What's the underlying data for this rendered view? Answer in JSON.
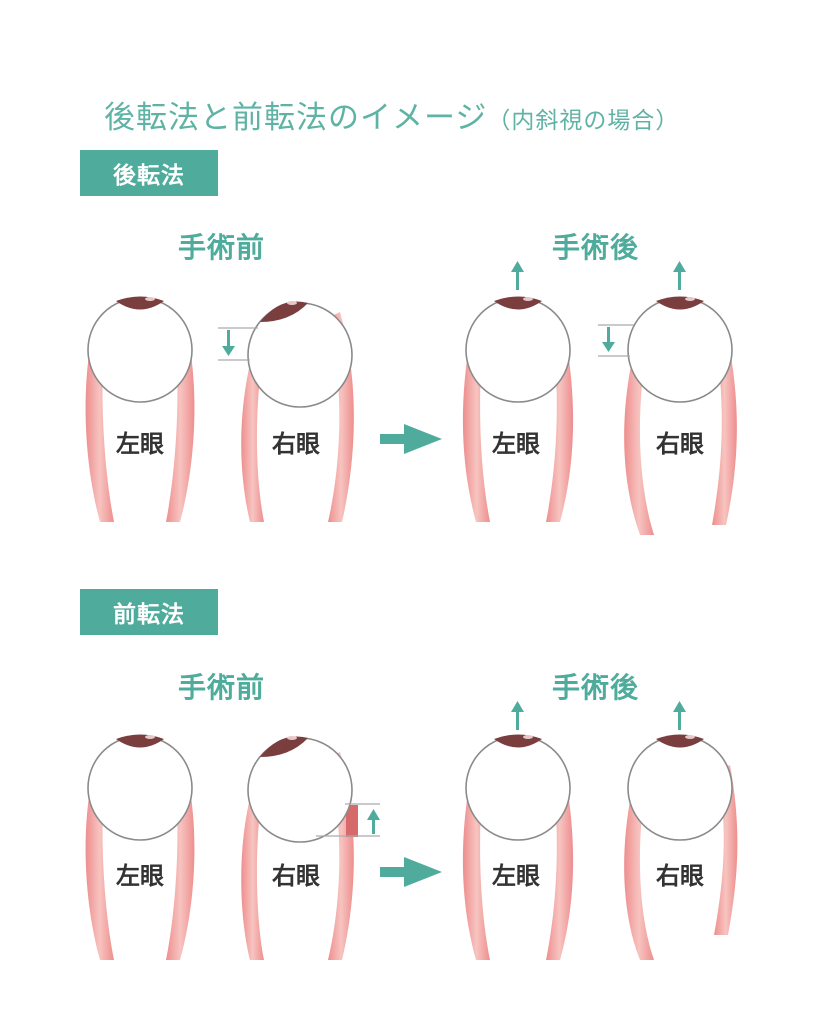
{
  "title": {
    "main": "後転法と前転法のイメージ",
    "sub": "（内斜視の場合）"
  },
  "sections": [
    {
      "badge": "後転法",
      "before_label": "手術前",
      "after_label": "手術後",
      "eyes": {
        "left": "左眼",
        "right": "右眼"
      }
    },
    {
      "badge": "前転法",
      "before_label": "手術前",
      "after_label": "手術後",
      "eyes": {
        "left": "左眼",
        "right": "右眼"
      }
    }
  ],
  "colors": {
    "accent": "#4fac9c",
    "title": "#5fb3a5",
    "muscle": "#f0a0a0",
    "iris": "#7a3e3e",
    "text": "#333333"
  }
}
